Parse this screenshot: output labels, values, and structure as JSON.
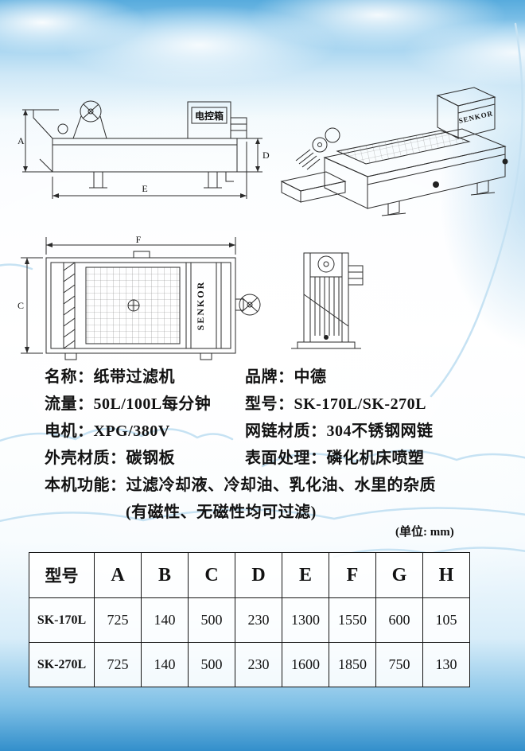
{
  "product": {
    "specs": [
      {
        "label": "名称：",
        "value": "纸带过滤机"
      },
      {
        "label": "品牌：",
        "value": "中德"
      },
      {
        "label": "流量：",
        "value": "50L/100L每分钟"
      },
      {
        "label": "型号：",
        "value": "SK-170L/SK-270L"
      },
      {
        "label": "电机：",
        "value": "XPG/380V"
      },
      {
        "label": "网链材质：",
        "value": "304不锈钢网链"
      },
      {
        "label": "外壳材质：",
        "value": "碳钢板"
      },
      {
        "label": "表面处理：",
        "value": "磷化机床喷塑"
      },
      {
        "label": "本机功能：",
        "value": "过滤冷却液、冷却油、乳化油、水里的杂质"
      },
      {
        "label": "",
        "value": "(有磁性、无磁性均可过滤)"
      }
    ],
    "unit_note": "(单位: mm)"
  },
  "drawings": {
    "side_view": {
      "control_box_label": "电控箱",
      "dim_a": "A",
      "dim_e": "E",
      "dim_d": "D"
    },
    "iso_view": {
      "brand": "SENKOR"
    },
    "plan_view": {
      "brand": "SENKOR",
      "dim_f": "F",
      "dim_c": "C"
    },
    "colors": {
      "line": "#2b2b2b",
      "wave": "#c6e2f3"
    }
  },
  "table": {
    "headers": [
      "型号",
      "A",
      "B",
      "C",
      "D",
      "E",
      "F",
      "G",
      "H"
    ],
    "rows": [
      [
        "SK-170L",
        "725",
        "140",
        "500",
        "230",
        "1300",
        "1550",
        "600",
        "105"
      ],
      [
        "SK-270L",
        "725",
        "140",
        "500",
        "230",
        "1600",
        "1850",
        "750",
        "130"
      ]
    ]
  }
}
